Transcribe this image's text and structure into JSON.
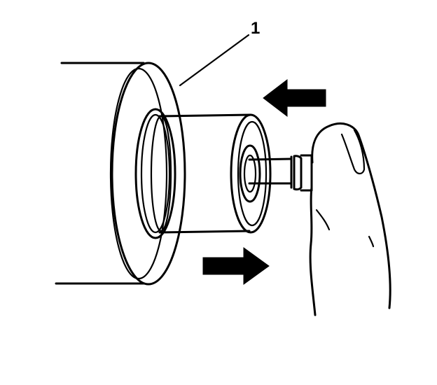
{
  "figure": {
    "callout_label": "1",
    "arrow_top_direction": "left",
    "arrow_bottom_direction": "right",
    "icon_arrow_top": "arrow-left-icon",
    "icon_arrow_bottom": "arrow-right-icon",
    "colors": {
      "line": "#000000",
      "background": "#ffffff"
    }
  }
}
